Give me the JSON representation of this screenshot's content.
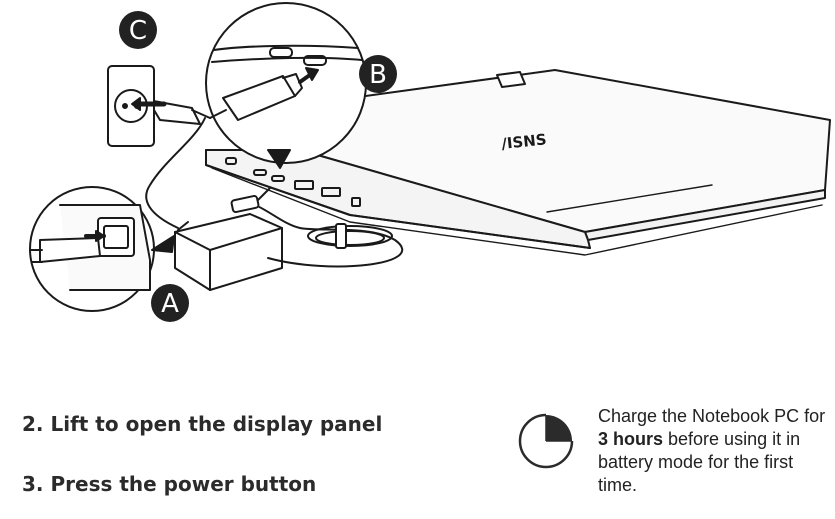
{
  "callouts": {
    "a": "A",
    "b": "B",
    "c": "C"
  },
  "laptop": {
    "logo": "/ISNS"
  },
  "steps": {
    "step2": "2. Lift to open the display panel",
    "step3": "3. Press the power button"
  },
  "charge_note": {
    "prefix": "Charge the Notebook PC for ",
    "bold": "3 hours",
    "suffix": " before using it in battery mode for the first time."
  },
  "icons": {
    "timer": "timer-icon"
  }
}
